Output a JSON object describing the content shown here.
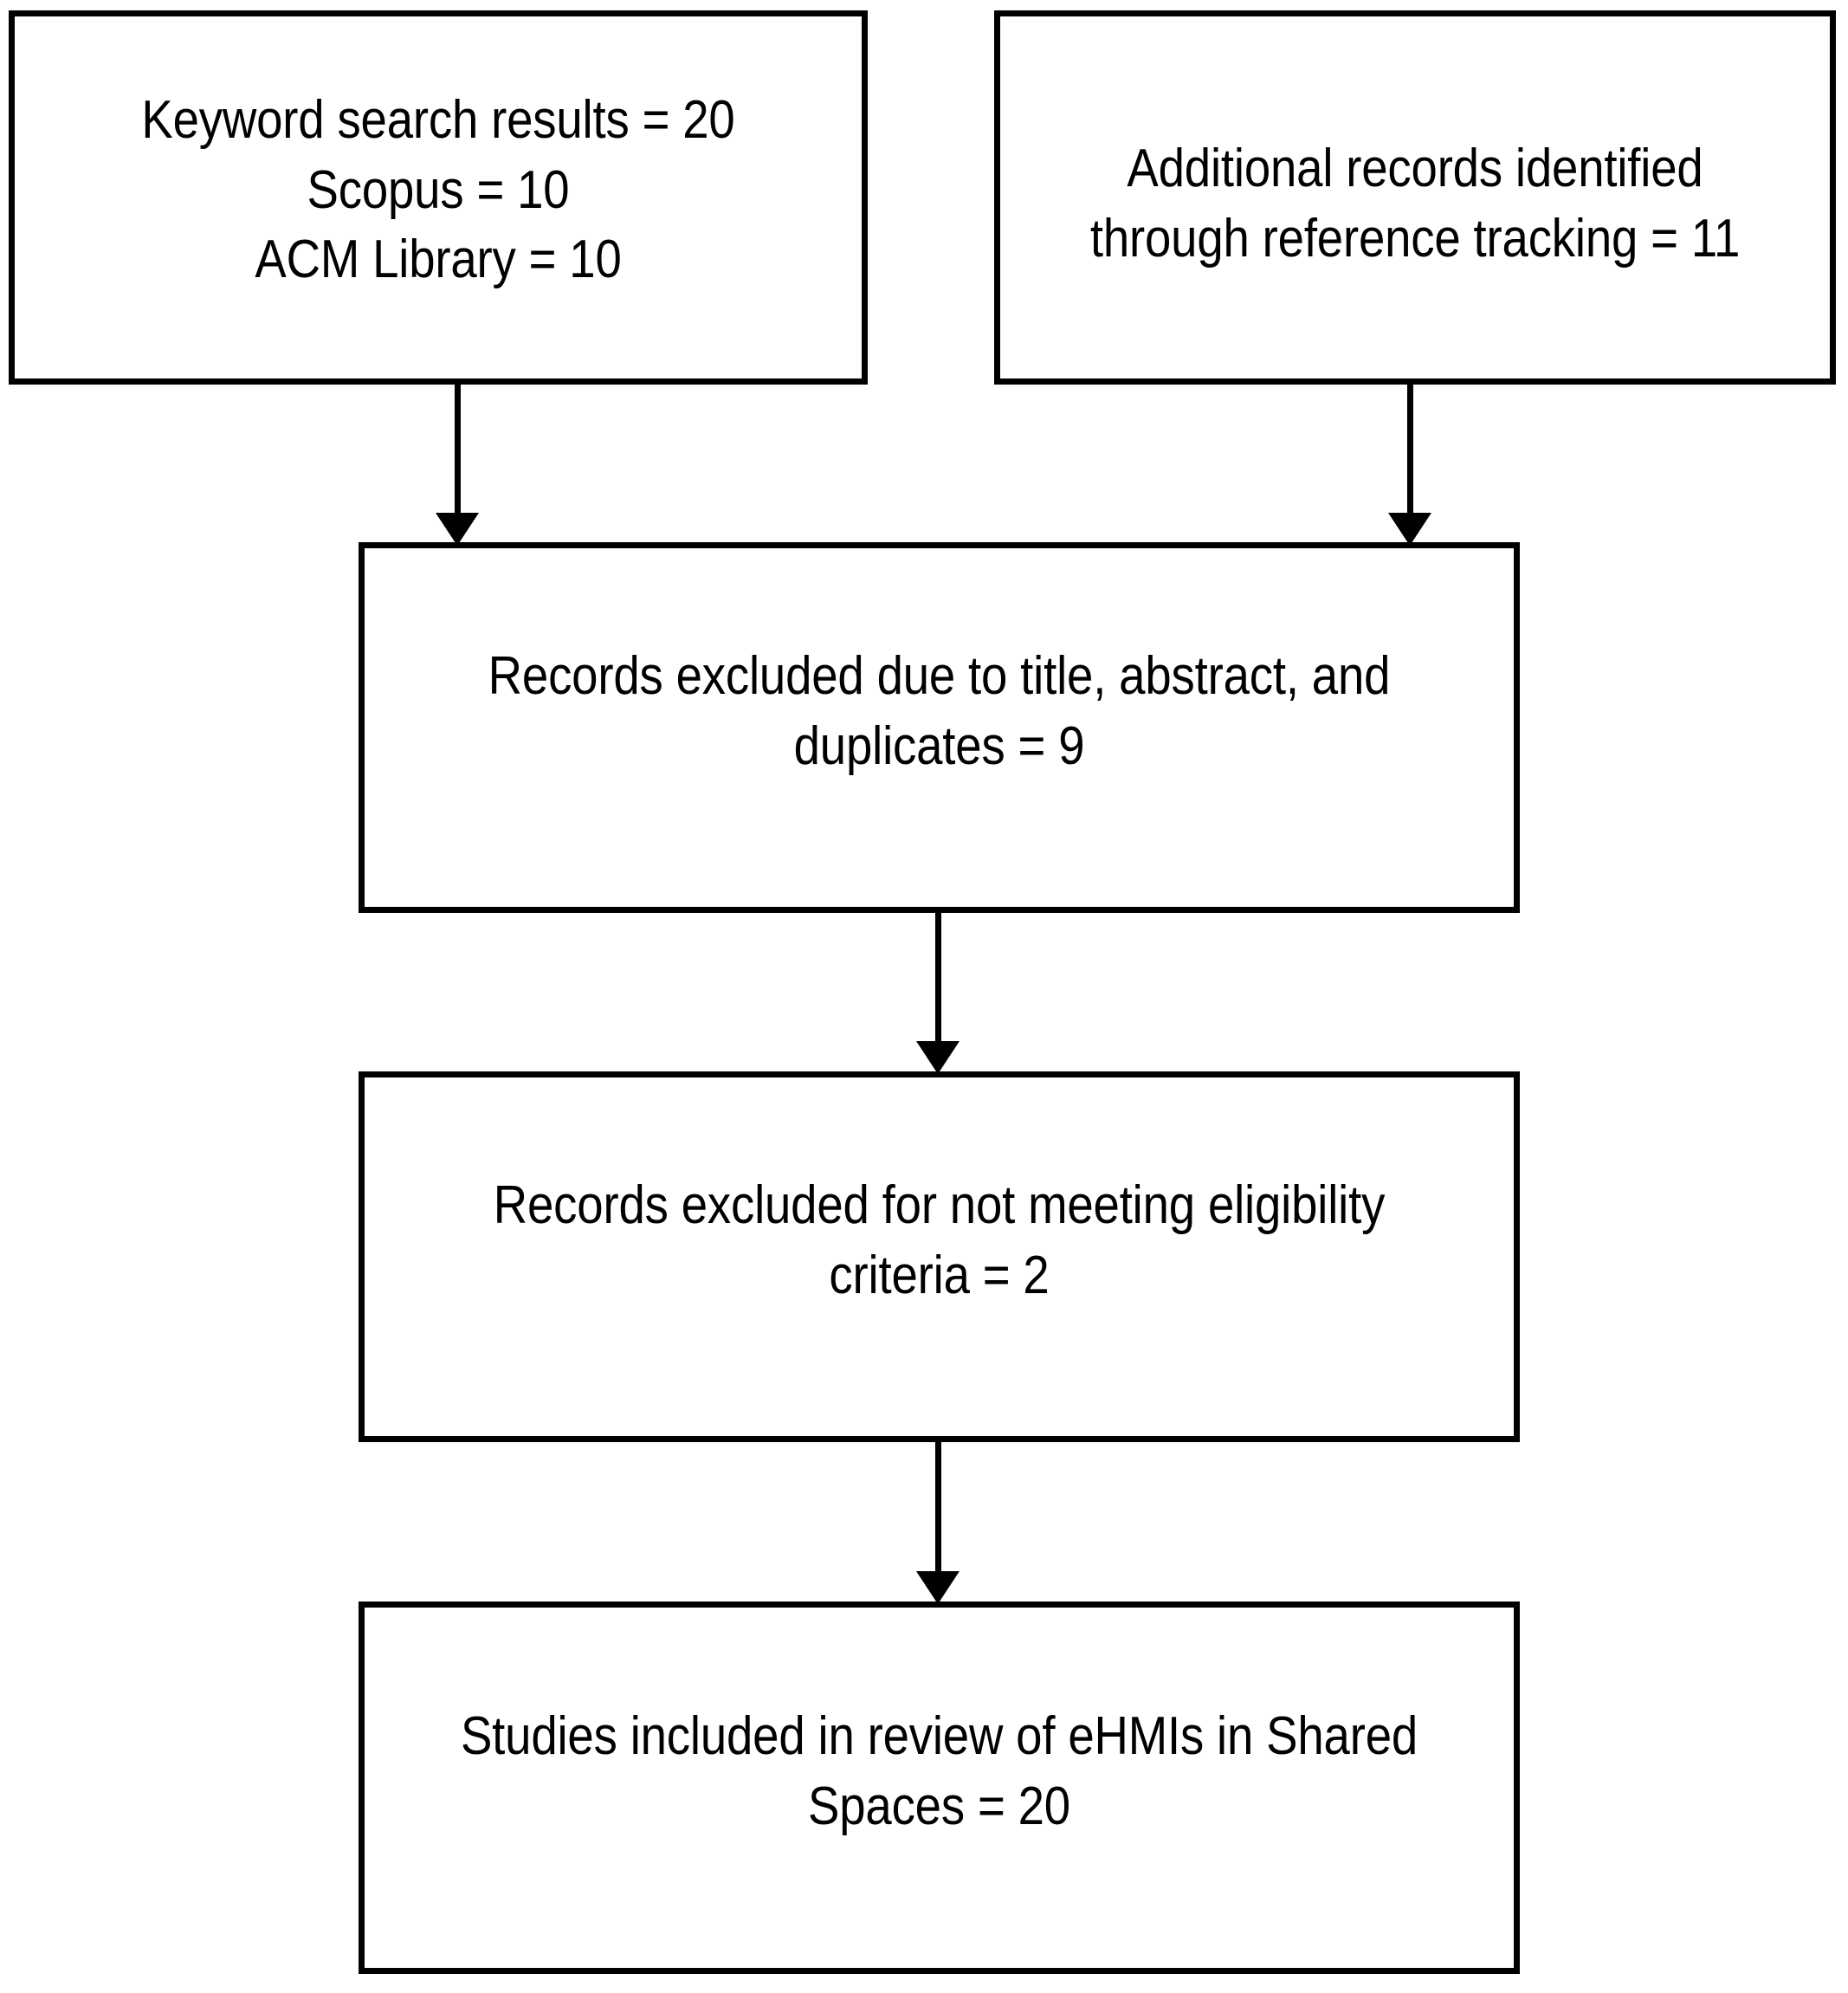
{
  "diagram": {
    "type": "prisma-flow-diagram",
    "orientation": "top-to-bottom",
    "background_color": "#ffffff",
    "line_color": "#000000",
    "text_color": "#000000",
    "boxes": [
      {
        "id": "keyword-search",
        "text": "Keyword search results = 20\nScopus = 10\nACM Library = 10",
        "lines": [
          "Keyword search results = 20",
          "Scopus = 10",
          "ACM Library = 10"
        ],
        "values": {
          "keyword_search_results": 20,
          "scopus": 10,
          "acm_library": 10
        }
      },
      {
        "id": "additional-records",
        "text": "Additional records identified\nthrough reference tracking = 11",
        "lines": [
          "Additional records identified",
          "through reference tracking = 11"
        ],
        "values": {
          "additional_records_through_reference_tracking": 11
        }
      },
      {
        "id": "excluded-title",
        "text": "Records excluded due to title, abstract, and\nduplicates = 9",
        "lines": [
          "Records excluded due to title, abstract, and",
          "duplicates = 9"
        ],
        "values": {
          "records_excluded_title_abstract_duplicates": 9
        }
      },
      {
        "id": "excluded-eligibility",
        "text": "Records excluded for not meeting eligibility\ncriteria = 2",
        "lines": [
          "Records excluded for not meeting eligibility",
          "criteria = 2"
        ],
        "values": {
          "records_excluded_not_meeting_eligibility_criteria": 2
        }
      },
      {
        "id": "studies-included",
        "text": "Studies included in review of eHMIs in Shared\nSpaces = 20",
        "lines": [
          "Studies included in review of eHMIs in Shared",
          "Spaces = 20"
        ],
        "values": {
          "studies_included_in_review": 20
        }
      }
    ],
    "arrows": [
      {
        "id": "keyword-to-excluded",
        "from": "keyword-search",
        "to": "excluded-title",
        "direction": "down"
      },
      {
        "id": "additional-to-excluded",
        "from": "additional-records",
        "to": "excluded-title",
        "direction": "down"
      },
      {
        "id": "excluded-to-eligibility",
        "from": "excluded-title",
        "to": "excluded-eligibility",
        "direction": "down"
      },
      {
        "id": "eligibility-to-studies",
        "from": "excluded-eligibility",
        "to": "studies-included",
        "direction": "down"
      }
    ]
  }
}
